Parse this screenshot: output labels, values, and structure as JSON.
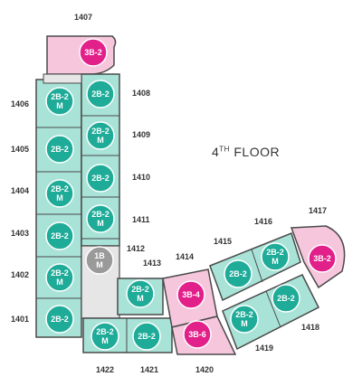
{
  "floor": {
    "number": "4",
    "suffix": "TH",
    "word": "FLOOR"
  },
  "colors": {
    "teal_room": "#a9e3d8",
    "teal_badge": "#1eab98",
    "pink_room": "#f6c6dc",
    "pink_badge": "#e2208a",
    "grey_badge": "#9a9a9a",
    "outline": "#4a4a4a"
  },
  "units": [
    {
      "id": "1407",
      "type": "3B-2"
    },
    {
      "id": "1406",
      "type": "2B-2 M"
    },
    {
      "id": "1408",
      "type": "2B-2"
    },
    {
      "id": "1405",
      "type": "2B-2"
    },
    {
      "id": "1409",
      "type": "2B-2 M"
    },
    {
      "id": "1404",
      "type": "2B-2 M"
    },
    {
      "id": "1410",
      "type": "2B-2"
    },
    {
      "id": "1403",
      "type": "2B-2"
    },
    {
      "id": "1411",
      "type": "2B-2 M"
    },
    {
      "id": "1412",
      "type": "1B M"
    },
    {
      "id": "1402",
      "type": "2B-2 M"
    },
    {
      "id": "1401",
      "type": "2B-2"
    },
    {
      "id": "1413",
      "type": "2B-2 M"
    },
    {
      "id": "1422",
      "type": "2B-2 M"
    },
    {
      "id": "1421",
      "type": "2B-2"
    },
    {
      "id": "1414",
      "type": "3B-4"
    },
    {
      "id": "1420",
      "type": "3B-6"
    },
    {
      "id": "1415",
      "type": "2B-2"
    },
    {
      "id": "1416",
      "type": "2B-2 M"
    },
    {
      "id": "1419",
      "type": "2B-2 M"
    },
    {
      "id": "1418",
      "type": "2B-2"
    },
    {
      "id": "1417",
      "type": "3B-2"
    }
  ]
}
